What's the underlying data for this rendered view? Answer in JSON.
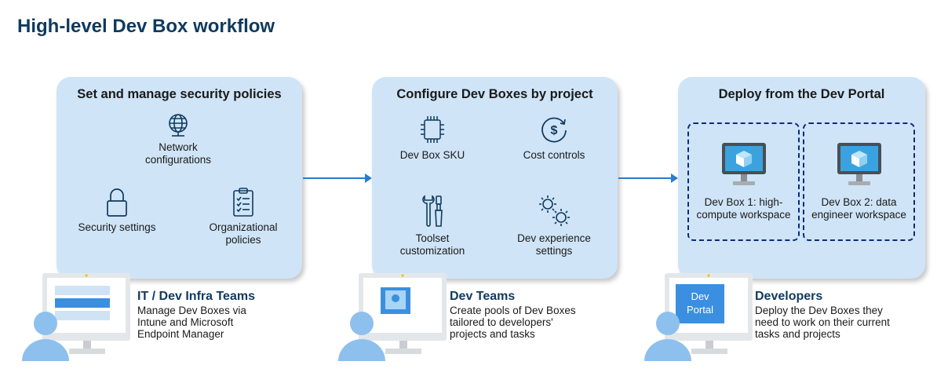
{
  "title": "High-level Dev Box workflow",
  "panels": [
    {
      "title": "Set and manage security policies",
      "items": [
        {
          "label": "Network configurations",
          "icon": "globe-network-icon"
        },
        {
          "label": "Security settings",
          "icon": "lock-icon"
        },
        {
          "label": "Organizational policies",
          "icon": "clipboard-checklist-icon"
        }
      ]
    },
    {
      "title": "Configure Dev Boxes by project",
      "items": [
        {
          "label": "Dev Box SKU",
          "icon": "chip-icon"
        },
        {
          "label": "Cost controls",
          "icon": "dollar-cycle-icon"
        },
        {
          "label": "Toolset customization",
          "icon": "tools-icon"
        },
        {
          "label": "Dev experience settings",
          "icon": "gears-icon"
        }
      ]
    },
    {
      "title": "Deploy from the Dev Portal",
      "devboxes": [
        {
          "label": "Dev Box 1: high-compute workspace",
          "icon": "monitor-cube-icon"
        },
        {
          "label": "Dev Box 2: data engineer workspace",
          "icon": "monitor-cube-icon"
        }
      ]
    }
  ],
  "teams": [
    {
      "name": "IT / Dev Infra Teams",
      "desc": "Manage Dev Boxes via\nIntune and Microsoft\nEndpoint Manager"
    },
    {
      "name": "Dev Teams",
      "desc": "Create pools of Dev Boxes\ntailored to developers'\nprojects and tasks"
    },
    {
      "name": "Developers",
      "desc": "Deploy the Dev Boxes they\nneed to work on their current\ntasks and projects"
    }
  ],
  "portal_screen": {
    "line1": "Dev",
    "line2": "Portal"
  },
  "colors": {
    "panel": "#cfe4f7",
    "arrow": "#2b7bd0",
    "title": "#0f3a5f",
    "dashed_border": "#0e2a7a",
    "person": "#8ec0ee"
  }
}
